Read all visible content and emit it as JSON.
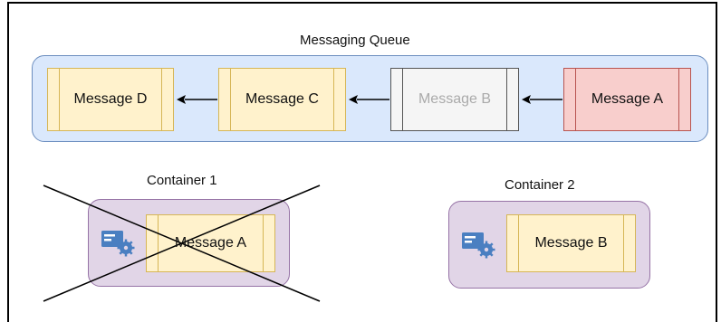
{
  "queue": {
    "title": "Messaging Queue",
    "messages": [
      {
        "label": "Message D",
        "style": "pending"
      },
      {
        "label": "Message C",
        "style": "pending"
      },
      {
        "label": "Message B",
        "style": "in-flight"
      },
      {
        "label": "Message A",
        "style": "failed"
      }
    ]
  },
  "containers": [
    {
      "title": "Container 1",
      "message": "Message A",
      "crashed": true,
      "icon": "server-gear-icon"
    },
    {
      "title": "Container 2",
      "message": "Message B",
      "crashed": false,
      "icon": "server-gear-icon"
    }
  ],
  "colors": {
    "queue_fill": "#dae8fc",
    "queue_stroke": "#6c8ebf",
    "message_fill": "#fff2cc",
    "message_stroke": "#d6b656",
    "inflight_fill": "#f5f5f5",
    "failed_fill": "#f8cecc",
    "failed_stroke": "#b85450",
    "container_fill": "#e1d5e7",
    "container_stroke": "#9673a6",
    "icon_color": "#4a7fc1"
  }
}
